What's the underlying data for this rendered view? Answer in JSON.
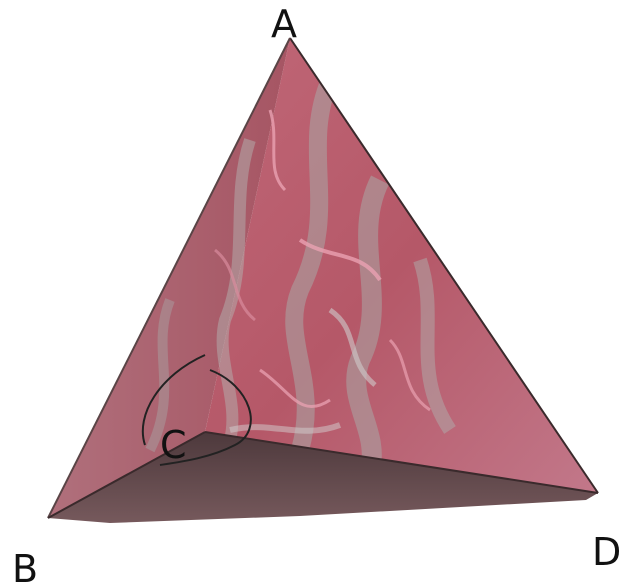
{
  "vertices": {
    "a": "A",
    "b": "B",
    "c": "C",
    "d": "D"
  },
  "colors": {
    "marble_base": "#b65a6a",
    "marble_light": "#c97786",
    "marble_vein": "#a9a7a6",
    "marble_highlight": "#eaa1b1",
    "bottom_face": "#5e4749",
    "label": "#111111",
    "arc": "#222222"
  }
}
